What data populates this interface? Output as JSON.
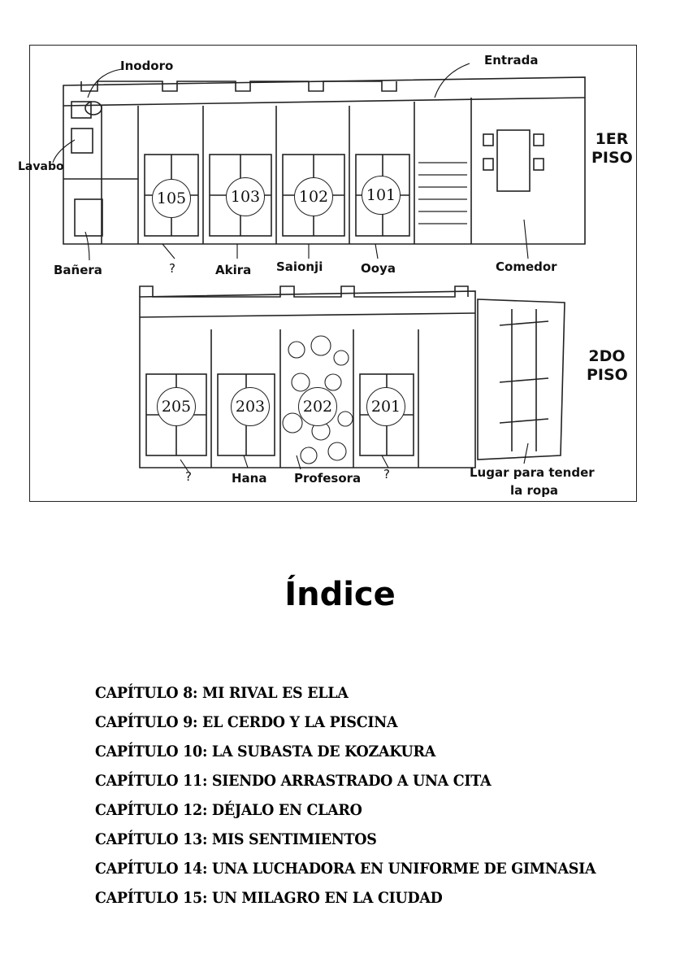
{
  "map": {
    "floors": {
      "first": {
        "line1": "1ER",
        "line2": "PISO"
      },
      "second": {
        "line1": "2DO",
        "line2": "PISO"
      }
    },
    "rooms": {
      "r105": "105",
      "r103": "103",
      "r102": "102",
      "r101": "101",
      "r205": "205",
      "r203": "203",
      "r202": "202",
      "r201": "201"
    },
    "labels": {
      "inodoro": "Inodoro",
      "entrada": "Entrada",
      "lavabo": "Lavabo",
      "banera": "Bañera",
      "unknown_105": "?",
      "akira": "Akira",
      "saionji": "Saionji",
      "ooya": "Ooya",
      "comedor": "Comedor",
      "unknown_205": "?",
      "hana": "Hana",
      "profesora": "Profesora",
      "unknown_201": "?",
      "tender_line1": "Lugar para tender",
      "tender_line2": "la ropa"
    }
  },
  "index": {
    "title": "Índice",
    "chapters": [
      "CAPÍTULO 8: MI RIVAL ES ELLA",
      "CAPÍTULO 9: EL CERDO Y LA PISCINA",
      "CAPÍTULO 10: LA SUBASTA DE KOZAKURA",
      "CAPÍTULO 11: SIENDO ARRASTRADO A UNA CITA",
      "CAPÍTULO 12: DÉJALO EN CLARO",
      "CAPÍTULO 13: MIS SENTIMIENTOS",
      "CAPÍTULO 14: UNA LUCHADORA EN UNIFORME DE GIMNASIA",
      "CAPÍTULO 15: UN MILAGRO EN LA CIUDAD"
    ]
  }
}
